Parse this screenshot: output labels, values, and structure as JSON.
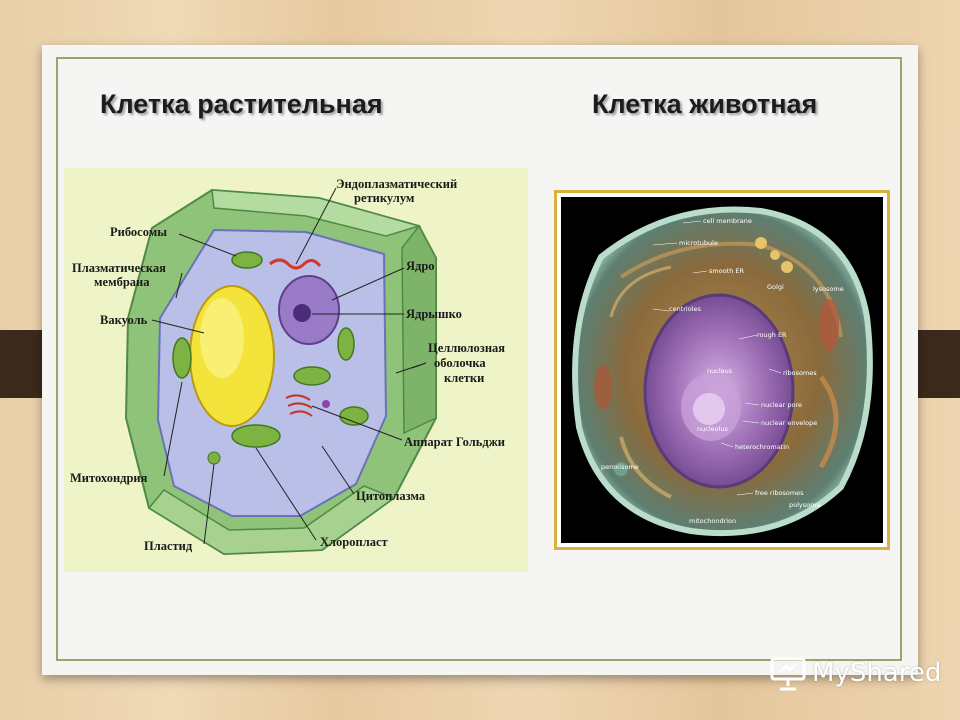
{
  "slide": {
    "title_plant": "Клетка растительная",
    "title_animal": "Клетка животная"
  },
  "plant_labels": {
    "er_1": "Эндоплазматический",
    "er_2": "ретикулум",
    "ribosomes": "Рибосомы",
    "membrane_1": "Плазматическая",
    "membrane_2": "мембрана",
    "vacuole": "Вакуоль",
    "nucleus": "Ядро",
    "nucleolus": "Ядрышко",
    "wall_1": "Целлюлозная",
    "wall_2": "оболочка",
    "wall_3": "клетки",
    "golgi": "Аппарат Гольджи",
    "mitochondria": "Митохондрия",
    "cytoplasm": "Цитоплазма",
    "plastid": "Пластид",
    "chloroplast": "Хлоропласт"
  },
  "animal_labels": {
    "cell_membrane": "cell membrane",
    "microtubule": "microtubule",
    "smooth_er": "smooth ER",
    "golgi": "Golgi",
    "lysosome": "lysosome",
    "centrioles": "centrioles",
    "rough_er": "rough ER",
    "nucleus": "nucleus",
    "ribosomes": "ribosomes",
    "nuclear_pore": "nuclear pore",
    "nuclear_envelope": "nuclear envelope",
    "nucleolus": "nucleolus",
    "heterochromatin": "heterochromatin",
    "peroxisome": "peroxisome",
    "free_ribosomes": "free ribosomes",
    "polysome": "polysome",
    "mitochondrion": "mitochondrion"
  },
  "watermark": {
    "text": "MyShared",
    "icon": "projector-screen-icon"
  }
}
